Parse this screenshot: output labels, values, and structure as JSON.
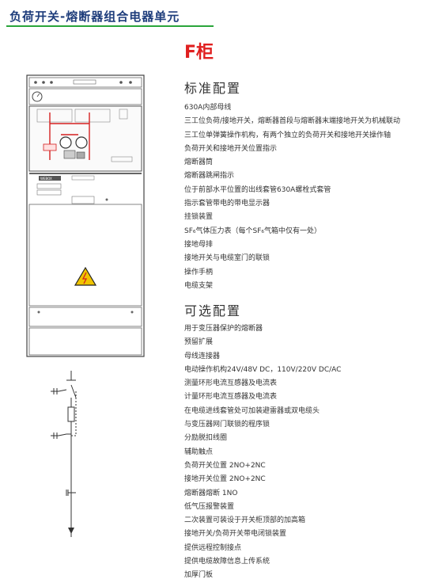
{
  "page_title": "负荷开关-熔断器组合电器单元",
  "cabinet_label": "F柜",
  "cabinet_plate": "WEBOX",
  "standard": {
    "heading": "标准配置",
    "items": [
      "630A内部母线",
      "三工位负荷/接地开关，熔断器首段与熔断器末端接地开关为机械联动",
      "三工位单弹簧操作机构，有两个独立的负荷开关和接地开关操作轴",
      "负荷开关和接地开关位置指示",
      "熔断器筒",
      "熔断器跳闸指示",
      "位于前部水平位置的出线套管630A螺栓式套管",
      "指示套管带电的带电显示器",
      "挂锁装置",
      "SF₆气体压力表（每个SF₆气箱中仅有一处）",
      "接地母排",
      "接地开关与电缆室门的联锁",
      "操作手柄",
      "电缆支架"
    ]
  },
  "optional": {
    "heading": "可选配置",
    "items": [
      "用于变压器保护的熔断器",
      "预留扩展",
      "母线连接器",
      "电动操作机构24V/48V DC，110V/220V DC/AC",
      "测量环形电流互感器及电流表",
      "计量环形电流互感器及电流表",
      "在电缆进线套管处可加装避雷器或双电缆头",
      "与变压器网门联锁的程序锁",
      "分励脱扣线圈",
      "辅助触点",
      "负荷开关位置  2NO+2NC",
      "接地开关位置  2NO+2NC",
      "熔断器熔断  1NO",
      "低气压报警装置",
      "二次装置可装设于开关柜顶部的加高箱",
      "接地开关/负荷开关带电闭锁装置",
      "提供远程控制接点",
      "提供电缆故障信息上传系统",
      "加厚门板"
    ]
  },
  "colors": {
    "title": "#1e3d7b",
    "rule": "#2aa53a",
    "cabinet_label": "#e02020",
    "mimic_red": "#d42020",
    "warning_yellow": "#f0c400"
  }
}
